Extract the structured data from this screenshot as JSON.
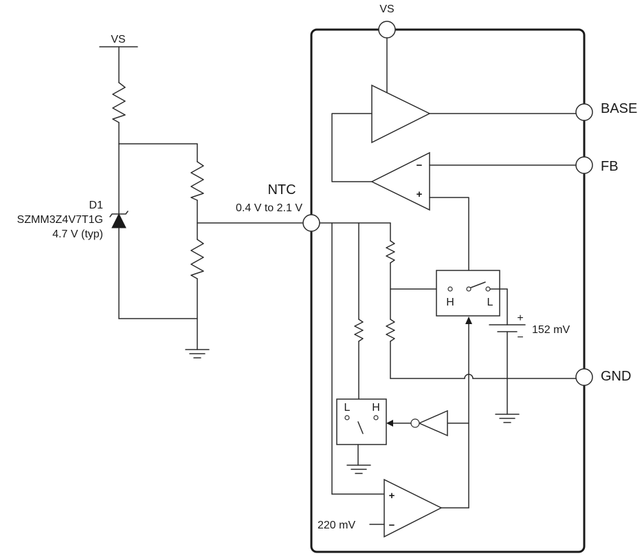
{
  "pins": {
    "vs_top": "VS",
    "base": "BASE",
    "fb": "FB",
    "ntc": "NTC",
    "gnd": "GND"
  },
  "labels": {
    "ntc_range": "0.4 V to 2.1 V",
    "ext_vs": "VS",
    "diode_ref": "D1",
    "diode_part": "SZMM3Z4V7T1G",
    "diode_voltage": "4.7 V (typ)",
    "ref_152": "152 mV",
    "ref_220": "220 mV",
    "switch1_high": "H",
    "switch1_low": "L",
    "switch2_low": "L",
    "switch2_high": "H",
    "minus": "−",
    "plus": "+"
  }
}
